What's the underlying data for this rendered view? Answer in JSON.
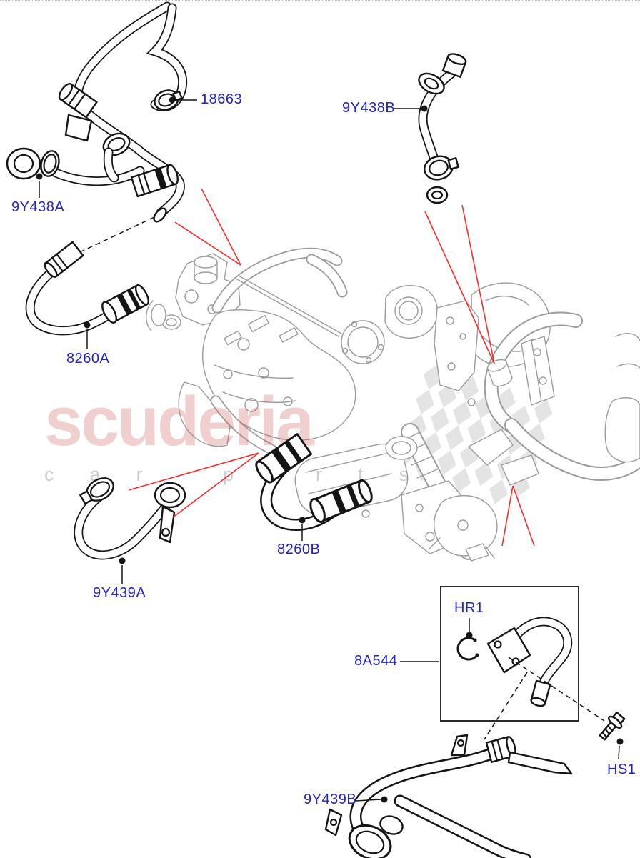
{
  "diagram": {
    "description": "Exploded parts diagram of engine EGR cooling hoses and pipes",
    "colors": {
      "label_blue": "#2222cc",
      "callout_red": "#ff2a2a",
      "part_outline_black": "#151515",
      "engine_gray": "#9b9b9b",
      "watermark_pink": "#c84b4b"
    },
    "labels": {
      "clamp": "18663",
      "hose_assy_a": "9Y438A",
      "hose_b": "9Y438B",
      "hose_upper": "8260A",
      "hose_lower": "8260B",
      "hose_left": "9Y439A",
      "pipe_bottom": "9Y439B",
      "tube_kit": "8A544",
      "retainer_ring": "HR1",
      "screw": "HS1"
    },
    "watermark": {
      "brand": "scuderia",
      "sub_word1": "car",
      "sub_word2": "parts"
    }
  }
}
